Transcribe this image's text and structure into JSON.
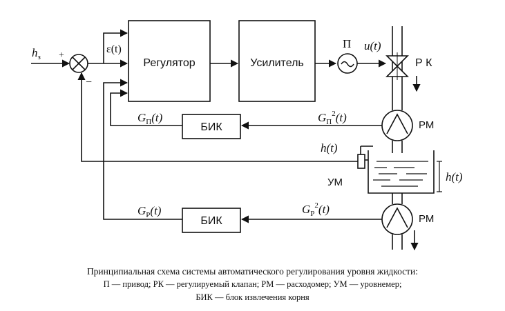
{
  "blocks": {
    "regulator": "Регулятор",
    "amplifier": "Усилитель",
    "bik_top": "БИК",
    "bik_bottom": "БИК"
  },
  "labels": {
    "h3_base": "h",
    "h3_sub": "з",
    "plus": "+",
    "minus": "−",
    "epsilon": "ε(t)",
    "P_drive": "П",
    "u_t": "u(t)",
    "RK": "Р К",
    "RM_top": "РМ",
    "RM_bottom": "РМ",
    "UM": "УМ",
    "h_t_line": "h(t)",
    "h_t_tank": "h(t)",
    "GP_top_base": "G",
    "GP_top_sub": "П",
    "GP_top_arg": "(t)",
    "GP2_top_base": "G",
    "GP2_top_sub": "П",
    "GP2_top_sup": "2",
    "GP2_top_arg": "(t)",
    "GR_bottom_base": "G",
    "GR_bottom_sub": "Р",
    "GR_bottom_arg": "(t)",
    "GR2_bottom_base": "G",
    "GR2_bottom_sub": "Р",
    "GR2_bottom_sup": "2",
    "GR2_bottom_arg": "(t)"
  },
  "caption": {
    "line1": "Принципиальная схема системы автоматического регулирования уровня жидкости:",
    "line2": "П — привод; РК — регулируемый клапан; РМ — расходомер; УМ — уровнемер;",
    "line3": "БИК — блок извлечения корня"
  }
}
